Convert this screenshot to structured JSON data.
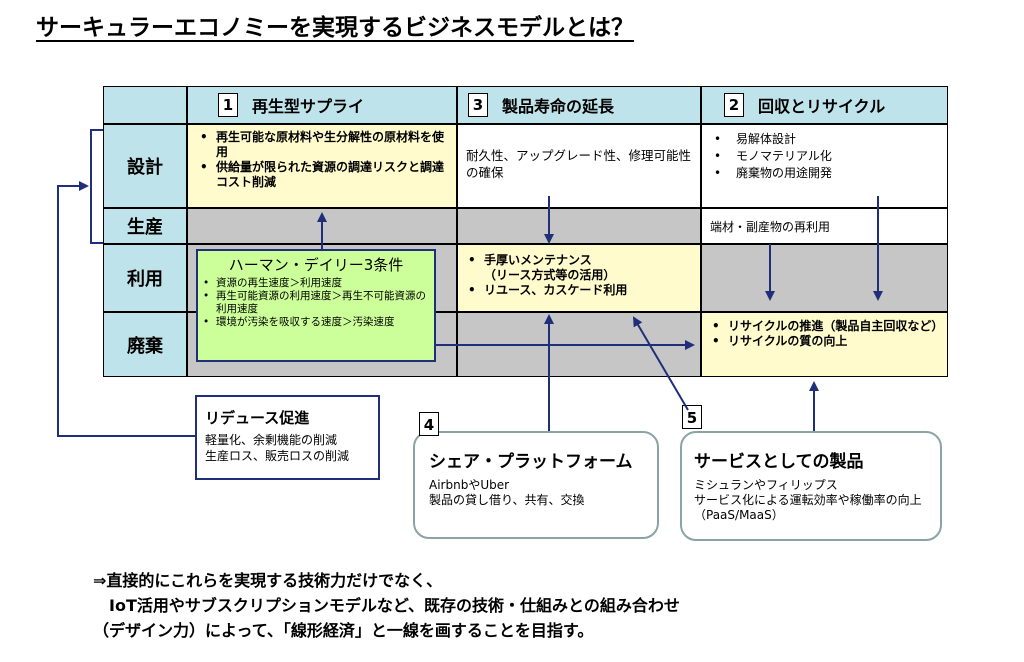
{
  "title": "サーキュラーエコノミーを実現するビジネスモデルとは？",
  "columns": [
    {
      "num": "1",
      "label": "再生型サプライ"
    },
    {
      "num": "3",
      "label": "製品寿命の延長"
    },
    {
      "num": "2",
      "label": "回収とリサイクル"
    }
  ],
  "rows": [
    "設計",
    "生産",
    "利用",
    "廃棄"
  ],
  "cells": {
    "design_supply": [
      "再生可能な原材料や生分解性の原材料を使用",
      "供給量が限られた資源の調達リスクと調達コスト削減"
    ],
    "design_life": "耐久性、アップグレード性、修理可能性の確保",
    "design_recycle": [
      "易解体設計",
      "モノマテリアル化",
      "廃棄物の用途開発"
    ],
    "production_recycle": "端材・副産物の再利用",
    "use_life": [
      "手厚いメンテナンス\n（リース方式等の活用）",
      "リユース、カスケード利用"
    ],
    "disposal_recycle": [
      "リサイクルの推進（製品自主回収など）",
      "リサイクルの質の向上"
    ]
  },
  "herman_daly": {
    "title": "ハーマン・デイリー3条件",
    "items": [
      "資源の再生速度＞利用速度",
      "再生可能資源の利用速度＞再生不可能資源の利用速度",
      "環境が汚染を吸収する速度＞汚染速度"
    ]
  },
  "reduce": {
    "heading": "リデュース促進",
    "lines": [
      "軽量化、余剰機能の削減",
      "生産ロス、販売ロスの削減"
    ]
  },
  "share_platform": {
    "num": "4",
    "heading": "シェア・プラットフォーム",
    "lines": [
      "AirbnbやUber",
      "製品の貸し借り、共有、交換"
    ]
  },
  "product_as_service": {
    "num": "5",
    "heading": "サービスとしての製品",
    "lines": [
      "ミシュランやフィリップス",
      "サービス化による運転効率や稼働率の向上（PaaS/MaaS）"
    ]
  },
  "conclusion": [
    "⇒直接的にこれらを実現する技術力だけでなく、",
    "　IoT活用やサブスクリプションモデルなど、既存の技術・仕組みとの組み合わせ",
    "（デザイン力）によって、「線形経済」と一線を画することを目指す。"
  ],
  "colors": {
    "header_bg": "#bfe3ea",
    "yellow_cell": "#fffbcc",
    "gray_cell": "#c6c6c6",
    "green_box": "#ccff99",
    "arrow": "#1f2f7a",
    "rounded_border": "#8aa3a6"
  }
}
